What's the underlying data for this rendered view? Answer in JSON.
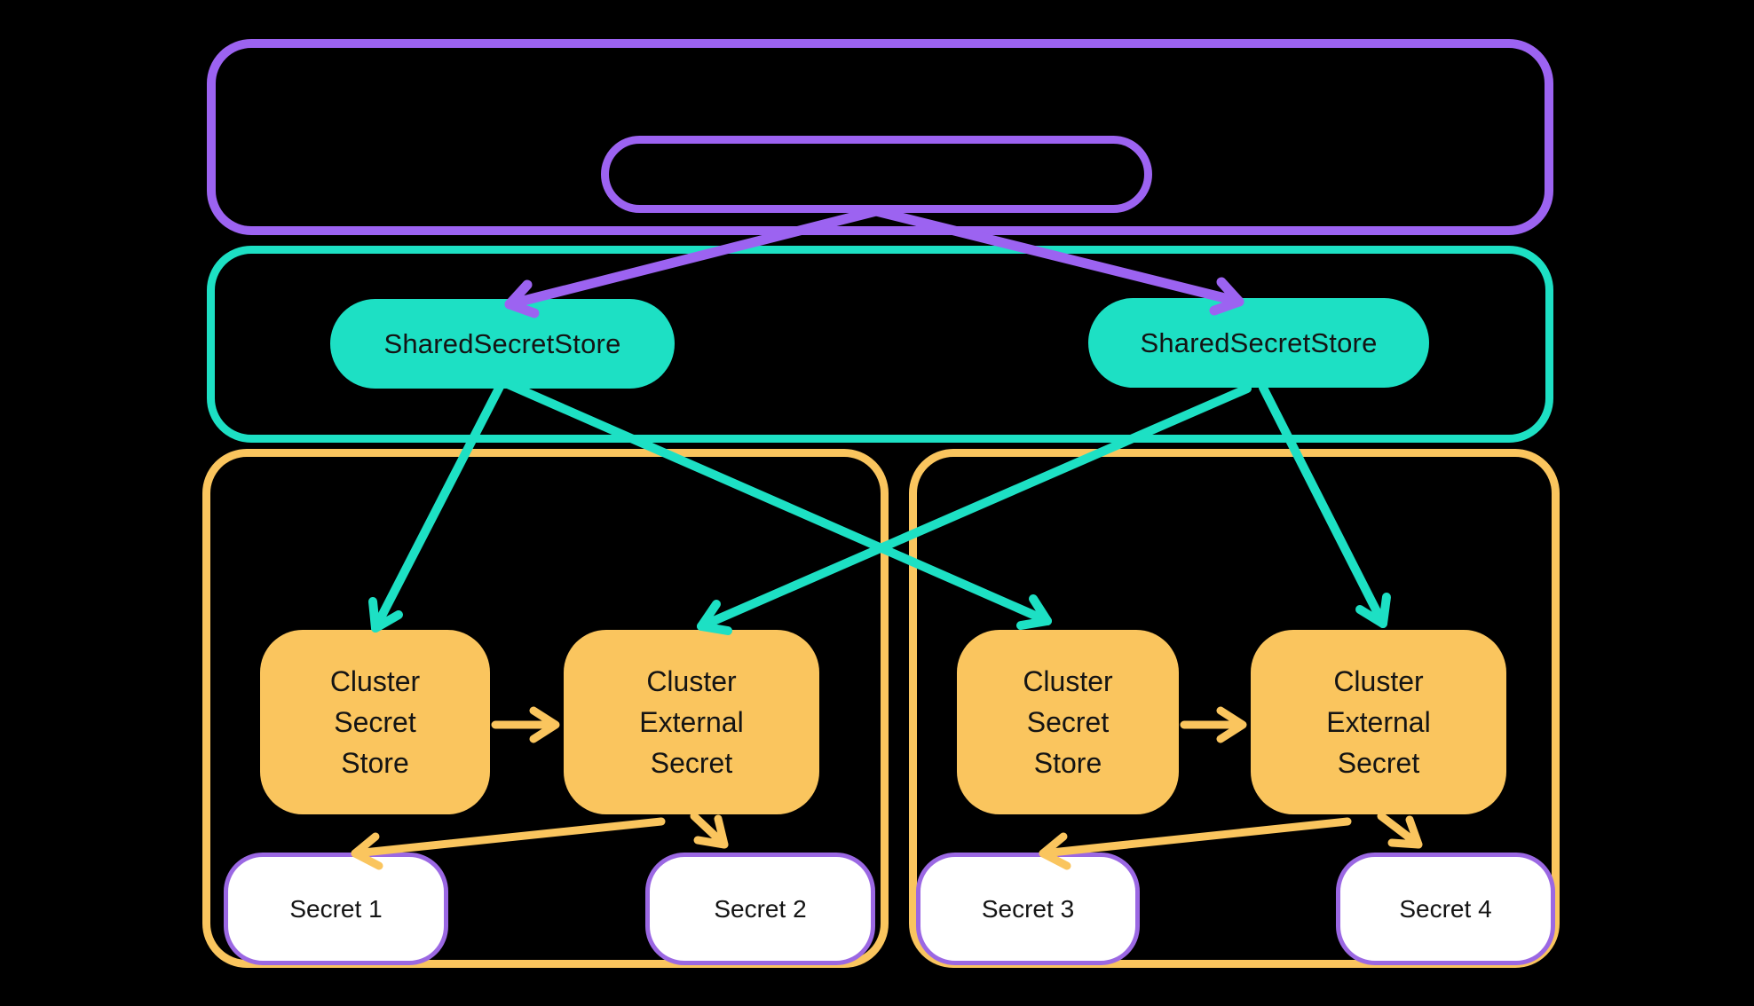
{
  "colors": {
    "background": "#000000",
    "purple": "#9C63F1",
    "teal": "#1DE0C4",
    "yellow": "#FAC55E",
    "secret_fill": "#FFFFFF",
    "secret_border": "#9B68E3",
    "text": "#141414"
  },
  "control_plane": {
    "shared_secret_stores": [
      "SharedSecretStore",
      "SharedSecretStore"
    ]
  },
  "clusters": [
    {
      "secret_store": {
        "lines": [
          "Cluster",
          "Secret",
          "Store"
        ]
      },
      "external_secret": {
        "lines": [
          "Cluster",
          "External",
          "Secret"
        ]
      },
      "secrets": [
        "Secret 1",
        "Secret 2"
      ]
    },
    {
      "secret_store": {
        "lines": [
          "Cluster",
          "Secret",
          "Store"
        ]
      },
      "external_secret": {
        "lines": [
          "Cluster",
          "External",
          "Secret"
        ]
      },
      "secrets": [
        "Secret 3",
        "Secret 4"
      ]
    }
  ],
  "edges": [
    {
      "from": "operator-pill",
      "to": "shared-secret-store-1",
      "color": "purple"
    },
    {
      "from": "operator-pill",
      "to": "shared-secret-store-2",
      "color": "purple"
    },
    {
      "from": "shared-secret-store-1",
      "to": "cluster-secret-store-1",
      "color": "teal"
    },
    {
      "from": "shared-secret-store-1",
      "to": "cluster-secret-store-2",
      "color": "teal"
    },
    {
      "from": "shared-secret-store-2",
      "to": "cluster-external-secret-1",
      "color": "teal"
    },
    {
      "from": "shared-secret-store-2",
      "to": "cluster-external-secret-2",
      "color": "teal"
    },
    {
      "from": "cluster-secret-store-1",
      "to": "cluster-external-secret-1",
      "color": "yellow"
    },
    {
      "from": "cluster-secret-store-2",
      "to": "cluster-external-secret-2",
      "color": "yellow"
    },
    {
      "from": "cluster-external-secret-1",
      "to": "secret-1",
      "color": "yellow"
    },
    {
      "from": "cluster-external-secret-1",
      "to": "secret-2",
      "color": "yellow"
    },
    {
      "from": "cluster-external-secret-2",
      "to": "secret-3",
      "color": "yellow"
    },
    {
      "from": "cluster-external-secret-2",
      "to": "secret-4",
      "color": "yellow"
    }
  ]
}
